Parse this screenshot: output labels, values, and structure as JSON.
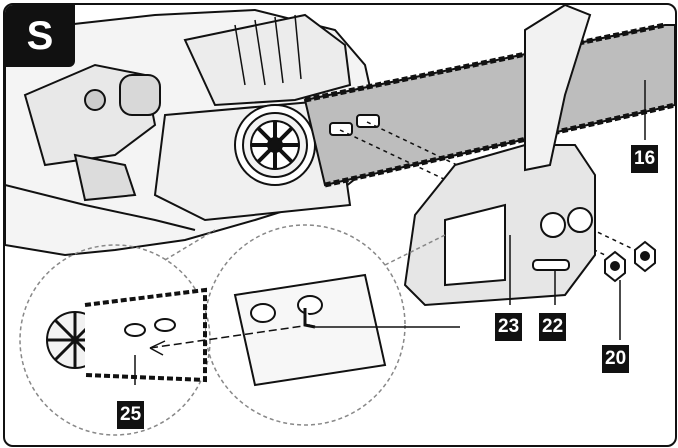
{
  "section": {
    "letter": "S"
  },
  "callouts": {
    "c16": "16",
    "c20": "20",
    "c22": "22",
    "c23": "23",
    "c25": "25"
  },
  "colors": {
    "ink": "#111111",
    "guide_bar": "#bdbdbd",
    "background": "#ffffff"
  }
}
